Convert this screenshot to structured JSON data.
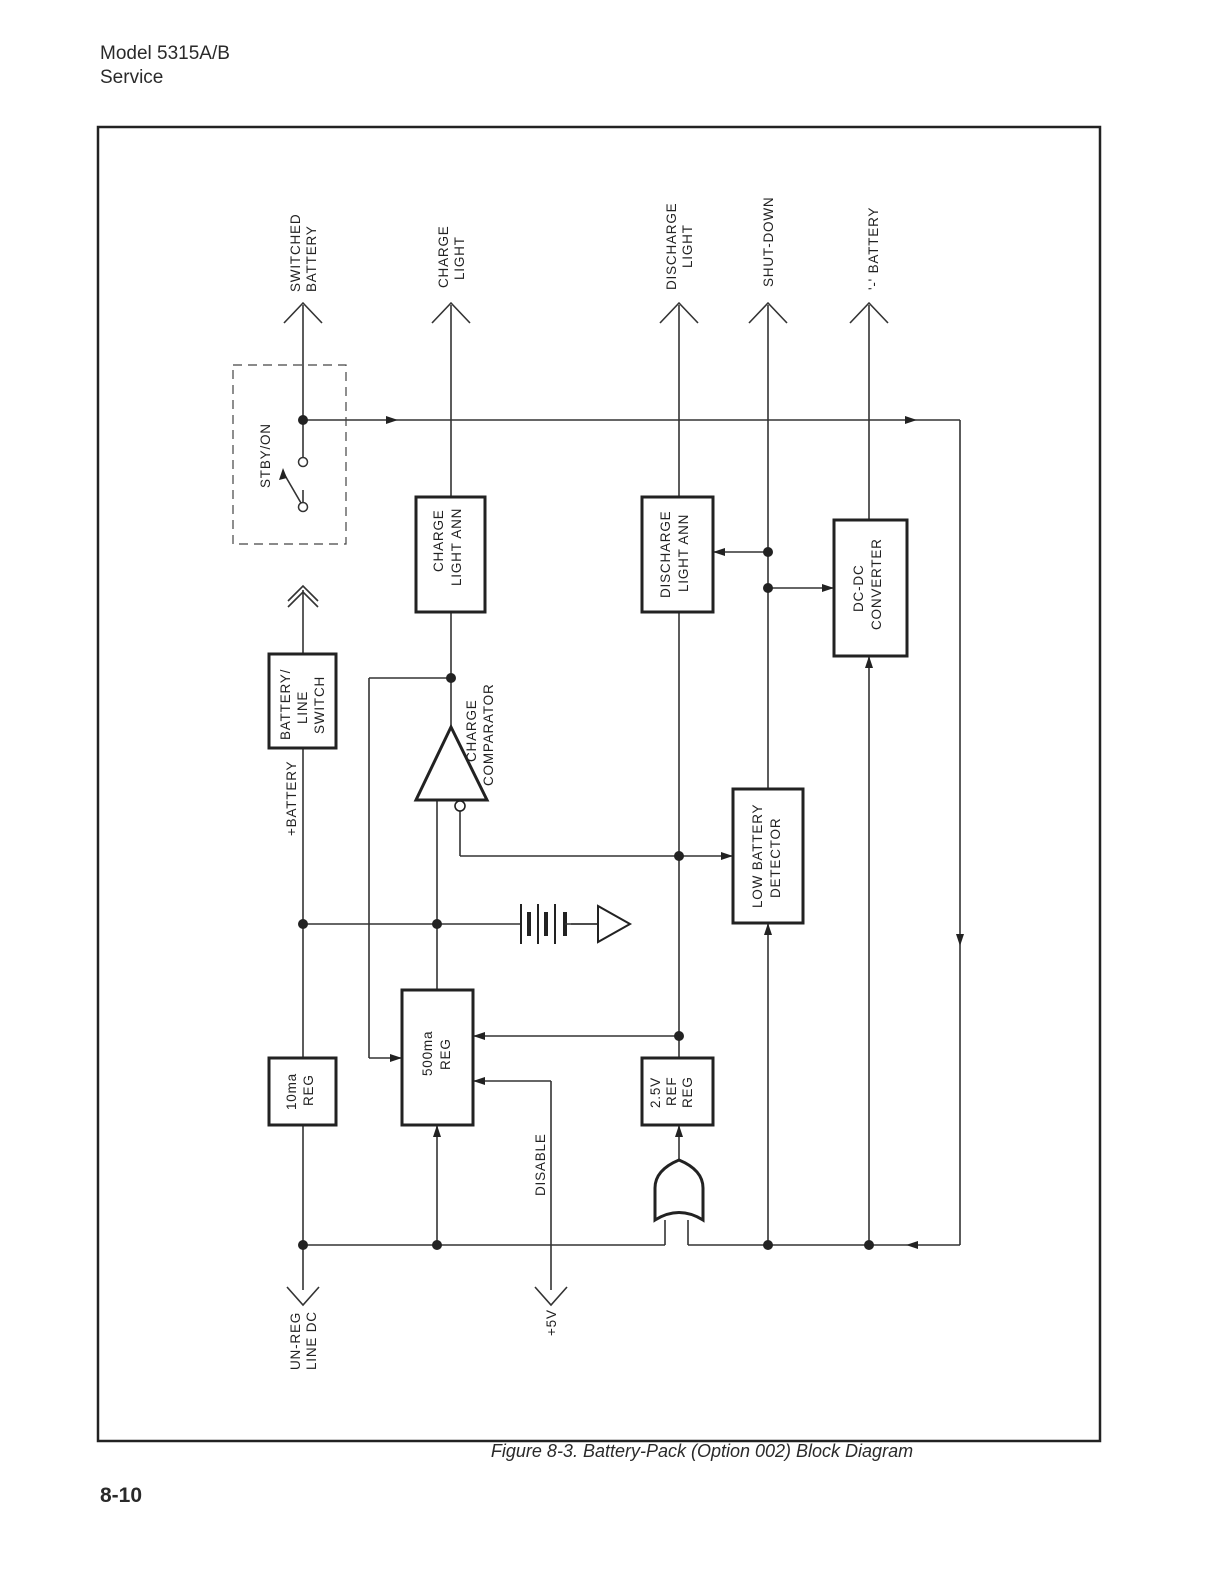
{
  "header": {
    "model": "Model 5315A/B",
    "section": "Service"
  },
  "caption": "Figure 8-3. Battery-Pack (Option 002) Block Diagram",
  "page_number": "8-10",
  "diagram": {
    "signals": {
      "switched_battery": [
        "SWITCHED",
        "BATTERY"
      ],
      "charge_light": [
        "CHARGE",
        "LIGHT"
      ],
      "discharge_light": [
        "DISCHARGE",
        "LIGHT"
      ],
      "shut_down": "SHUT-DOWN",
      "minus_battery": "'-' BATTERY",
      "unreg_line_dc": [
        "UN-REG",
        "LINE DC"
      ],
      "plus_5v": "+5V",
      "plus_battery": "+BATTERY",
      "disable": "DISABLE",
      "stby_on": "STBY/ON"
    },
    "blocks": {
      "charge_light_ann": [
        "CHARGE",
        "LIGHT ANN"
      ],
      "discharge_light_ann": [
        "DISCHARGE",
        "LIGHT ANN"
      ],
      "dc_dc_converter": [
        "DC-DC",
        "CONVERTER"
      ],
      "battery_line_switch": [
        "BATTERY/",
        "LINE",
        "SWITCH"
      ],
      "charge_comparator": [
        "CHARGE",
        "COMPARATOR"
      ],
      "low_battery_detector": [
        "LOW BATTERY",
        "DETECTOR"
      ],
      "reg_10ma": [
        "10ma",
        "REG"
      ],
      "reg_500ma": [
        "500ma",
        "REG"
      ],
      "ref_reg_2_5v": [
        "2.5V",
        "REF",
        "REG"
      ]
    }
  }
}
